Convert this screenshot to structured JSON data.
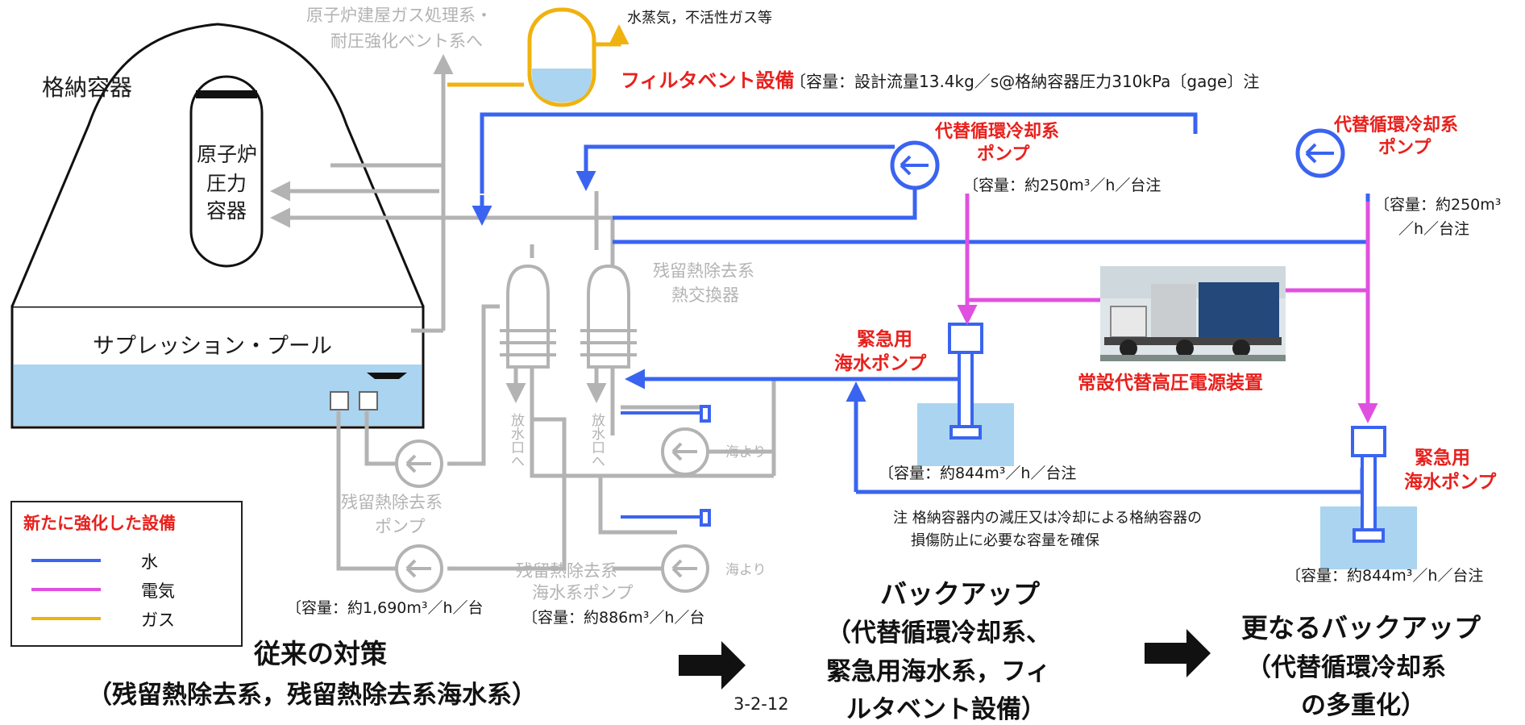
{
  "colors": {
    "water": "#3a64f0",
    "electric": "#e050e0",
    "gas": "#f0b20f",
    "existing": "#b3b3b3",
    "pool": "#aad4ef",
    "new_label": "#e8201c"
  },
  "labels": {
    "containment": "格納容器",
    "reactor_line1": "原子炉",
    "reactor_line2": "圧力",
    "reactor_line3": "容器",
    "suppression_pool": "サプレッション・プール",
    "bldg_gas_line1": "原子炉建屋ガス処理系・",
    "bldg_gas_line2": "耐圧強化ベント系へ",
    "steam_gas": "水蒸気，不活性ガス等",
    "filter_vent": "フィルタベント設備",
    "filter_vent_capacity": "〔容量：設計流量13.4kg／s@格納容器圧力310kPa〔gage〕注",
    "alt_pump1_line1": "代替循環冷却系",
    "alt_pump1_line2": "ポンプ",
    "alt_pump1_capacity": "〔容量：約250m³／h／台注",
    "alt_pump2_line1": "代替循環冷却系",
    "alt_pump2_line2": "ポンプ",
    "alt_pump2_capacity_line1": "〔容量：約250m³",
    "alt_pump2_capacity_line2": "／h／台注",
    "rhr_hx_line1": "残留熱除去系",
    "rhr_hx_line2": "熱交換器",
    "discharge": "放水口へ",
    "from_sea": "海より",
    "emg_pump1_line1": "緊急用",
    "emg_pump1_line2": "海水ポンプ",
    "emg_pump1_capacity": "〔容量：約844m³／h／台注",
    "emg_pump2_line1": "緊急用",
    "emg_pump2_line2": "海水ポンプ",
    "emg_pump2_capacity": "〔容量：約844m³／h／台注",
    "power_unit": "常設代替高圧電源装置",
    "rhr_pump_line1": "残留熱除去系",
    "rhr_pump_line2": "ポンプ",
    "rhr_pump_capacity": "〔容量：約1,690m³／h／台",
    "rhr_sw_pump_line1": "残留熱除去系",
    "rhr_sw_pump_line2": "海水系ポンプ",
    "rhr_sw_pump_capacity": "〔容量：約886m³／h／台",
    "note_line1": "注 格納容器内の減圧又は冷却による格納容器の",
    "note_line2": "損傷防止に必要な容量を確保",
    "conventional_line1": "従来の対策",
    "conventional_line2": "（残留熱除去系，残留熱除去系海水系）",
    "backup_line1": "バックアップ",
    "backup_line2": "（代替循環冷却系、",
    "backup_line3": "緊急用海水系，フィ",
    "backup_line4": "ルタベント設備）",
    "further_line1": "更なるバックアップ",
    "further_line2": "（代替循環冷却系",
    "further_line3": "の多重化）",
    "page_number": "3-2-12"
  },
  "legend": {
    "title": "新たに強化した設備",
    "items": [
      {
        "label": "水",
        "color": "#3a64f0"
      },
      {
        "label": "電気",
        "color": "#e050e0"
      },
      {
        "label": "ガス",
        "color": "#f0b20f"
      }
    ]
  }
}
